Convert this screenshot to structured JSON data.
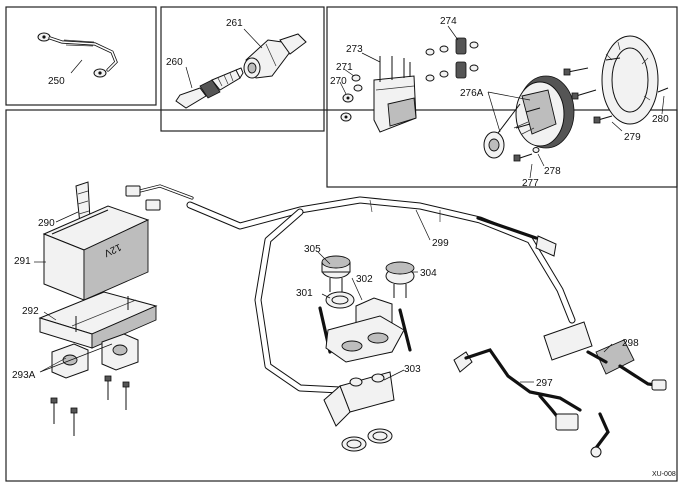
{
  "diagram": {
    "reference": "XU-008",
    "battery_text": "12V",
    "parts": {
      "p250": "250",
      "p260": "260",
      "p261": "261",
      "p270": "270",
      "p271": "271",
      "p273": "273",
      "p274": "274",
      "p276a": "276A",
      "p277": "277",
      "p278": "278",
      "p279": "279",
      "p280": "280",
      "p290": "290",
      "p291": "291",
      "p292": "292",
      "p293a": "293A",
      "p297": "297",
      "p298": "298",
      "p299": "299",
      "p301": "301",
      "p302": "302",
      "p303": "303",
      "p304": "304",
      "p305": "305"
    }
  }
}
